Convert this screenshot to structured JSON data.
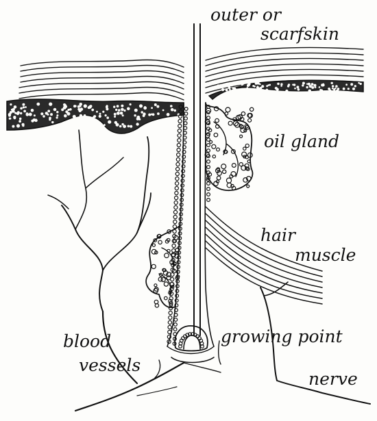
{
  "labels": {
    "outer_skin_line1": "outer or",
    "outer_skin_line2": "scarfskin",
    "oil_gland": "oil gland",
    "hair_line1": "hair",
    "hair_line2": "muscle",
    "growing_point": "growing point",
    "blood_line1": "blood",
    "blood_line2": "vessels",
    "nerve": "nerve"
  }
}
